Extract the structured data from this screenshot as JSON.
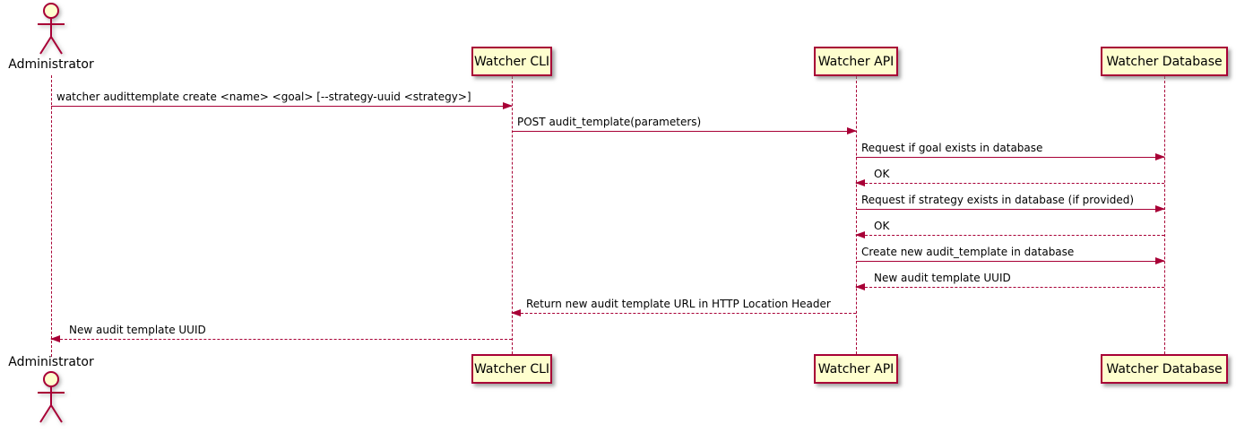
{
  "diagram": {
    "type": "uml-sequence",
    "colors": {
      "accent": "#A80036",
      "participant_fill": "#FEFECE",
      "text": "#000000",
      "background": "#FFFFFF"
    }
  },
  "participants": [
    {
      "name": "Administrator",
      "kind": "actor"
    },
    {
      "name": "Watcher CLI",
      "kind": "participant"
    },
    {
      "name": "Watcher API",
      "kind": "participant"
    },
    {
      "name": "Watcher Database",
      "kind": "participant"
    }
  ],
  "messages": [
    {
      "from": "Administrator",
      "to": "Watcher CLI",
      "type": "solid",
      "label": "watcher audittemplate create <name> <goal> [--strategy-uuid <strategy>]"
    },
    {
      "from": "Watcher CLI",
      "to": "Watcher API",
      "type": "solid",
      "label": "POST audit_template(parameters)"
    },
    {
      "from": "Watcher API",
      "to": "Watcher Database",
      "type": "solid",
      "label": "Request if goal exists in database"
    },
    {
      "from": "Watcher Database",
      "to": "Watcher API",
      "type": "dashed",
      "label": "OK"
    },
    {
      "from": "Watcher API",
      "to": "Watcher Database",
      "type": "solid",
      "label": "Request if strategy exists in database (if provided)"
    },
    {
      "from": "Watcher Database",
      "to": "Watcher API",
      "type": "dashed",
      "label": "OK"
    },
    {
      "from": "Watcher API",
      "to": "Watcher Database",
      "type": "solid",
      "label": "Create new audit_template in database"
    },
    {
      "from": "Watcher Database",
      "to": "Watcher API",
      "type": "dashed",
      "label": "New audit template UUID"
    },
    {
      "from": "Watcher API",
      "to": "Watcher CLI",
      "type": "dashed",
      "label": "Return new audit template URL in HTTP Location Header"
    },
    {
      "from": "Watcher CLI",
      "to": "Administrator",
      "type": "dashed",
      "label": "New audit template UUID"
    }
  ]
}
